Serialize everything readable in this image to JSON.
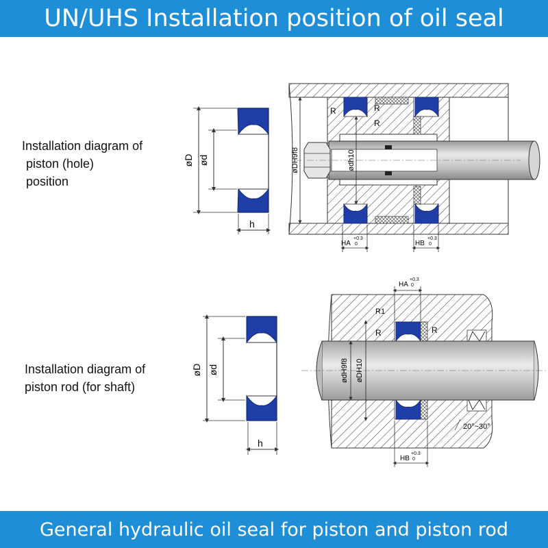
{
  "header": {
    "title": "UN/UHS Installation position of oil seal"
  },
  "footer": {
    "title": "General hydraulic oil seal for piston and piston rod"
  },
  "colors": {
    "banner": "#1e8ed6",
    "seal": "#1f3ea8",
    "line": "#2a2a2a",
    "hatch": "#444444",
    "rod": "#c4c4c4"
  },
  "piston_section": {
    "caption": [
      "Installation diagram of",
      "piston (hole)",
      "position"
    ],
    "seal_labels": {
      "outer": "øD",
      "inner": "ød",
      "height": "h"
    },
    "assembly_labels": {
      "bore": "øDH9f8",
      "groove": "ødh10",
      "radius": "R",
      "groove_a": "HA",
      "groove_b": "HB",
      "tol_upper": "+0.3",
      "tol_lower": "0"
    }
  },
  "rod_section": {
    "caption": [
      "Installation diagram of",
      "piston rod (for shaft)"
    ],
    "seal_labels": {
      "outer": "øD",
      "inner": "ød",
      "height": "h"
    },
    "assembly_labels": {
      "shaft": "ødH9f8",
      "groove": "øDH10",
      "radius": "R",
      "radius_1": "R1",
      "groove_a": "HA",
      "groove_b": "HB",
      "tol_upper": "+0.3",
      "tol_lower": "0",
      "chamfer": "20°~30°"
    }
  }
}
